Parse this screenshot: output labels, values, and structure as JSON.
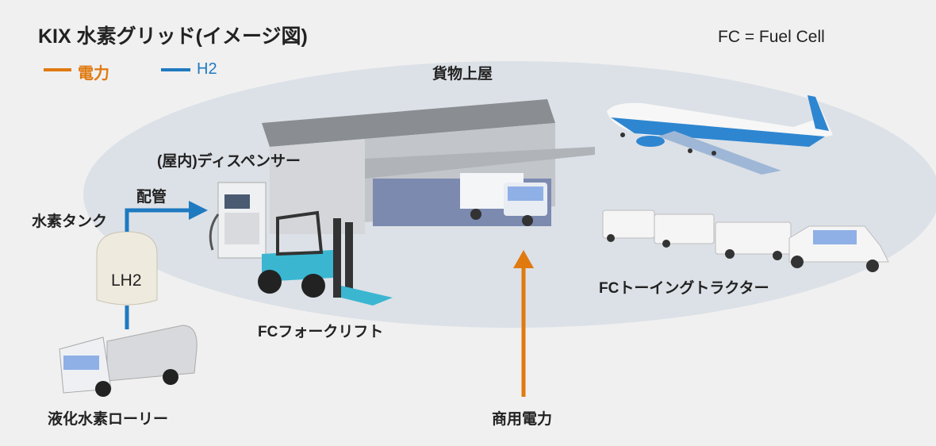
{
  "title": "KIX 水素グリッド(イメージ図)",
  "legend": [
    {
      "label": "電力",
      "color": "#e07a10"
    },
    {
      "label": "H2",
      "color": "#1f7ac0"
    }
  ],
  "note": "FC = Fuel Cell",
  "labels": {
    "warehouse": "貨物上屋",
    "dispenser": "(屋内)ディスペンサー",
    "piping": "配管",
    "tank": "水素タンク",
    "tank_content": "LH2",
    "forklift": "FCフォークリフト",
    "towing_tractor": "FCトーイングトラクター",
    "lorry": "液化水素ローリー",
    "commercial_power": "商用電力"
  }
}
